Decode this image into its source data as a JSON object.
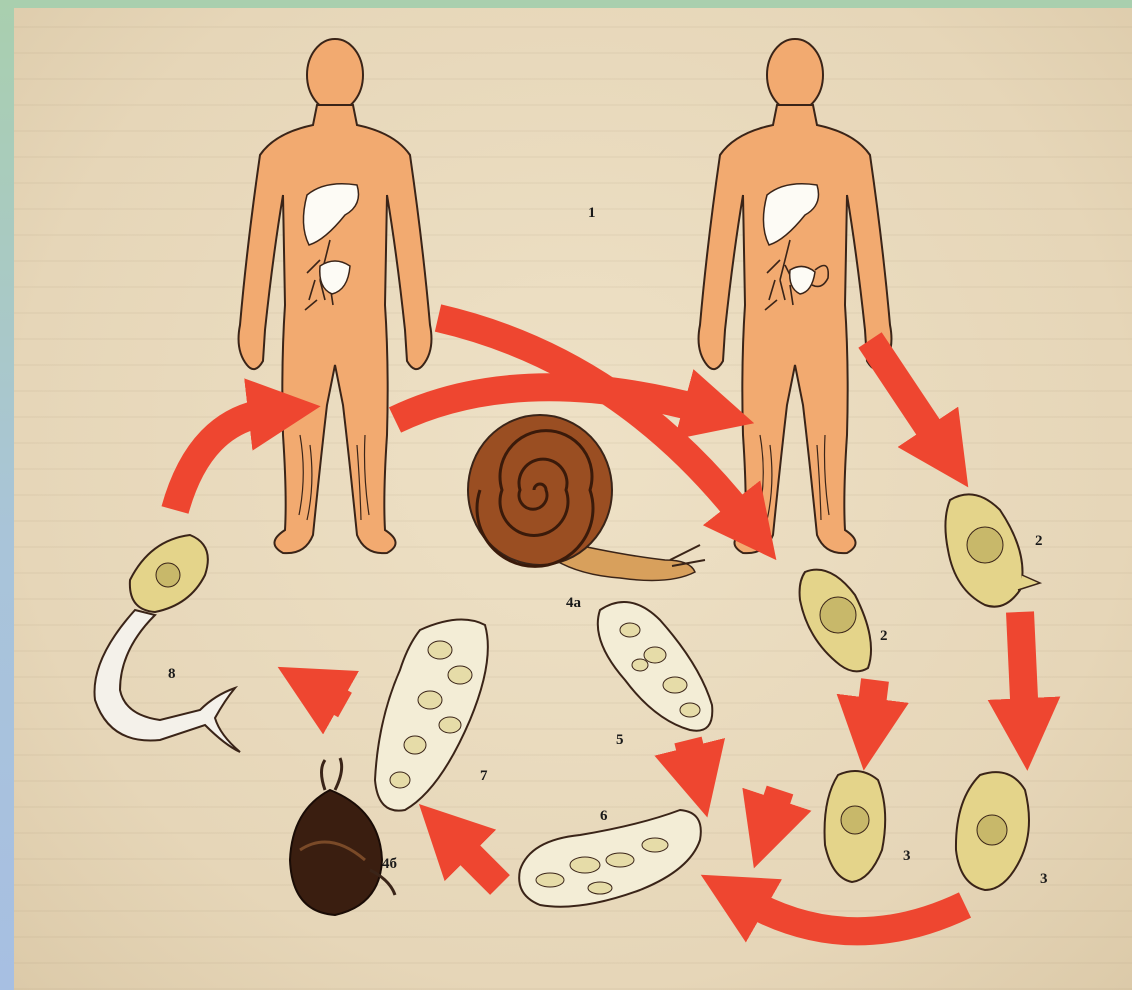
{
  "diagram": {
    "labels": {
      "l1": "1",
      "l2a": "2",
      "l2b": "2",
      "l3a": "3",
      "l3b": "3",
      "l4a": "4а",
      "l4b": "4б",
      "l5": "5",
      "l6": "6",
      "l7": "7",
      "l8": "8"
    },
    "colors": {
      "body": "#f2aa70",
      "outline": "#3a2418",
      "arrow": "#ee4630",
      "egg": "#e4d48a",
      "sac": "#f3edd6",
      "snail_shell": "#9a4e22"
    }
  }
}
